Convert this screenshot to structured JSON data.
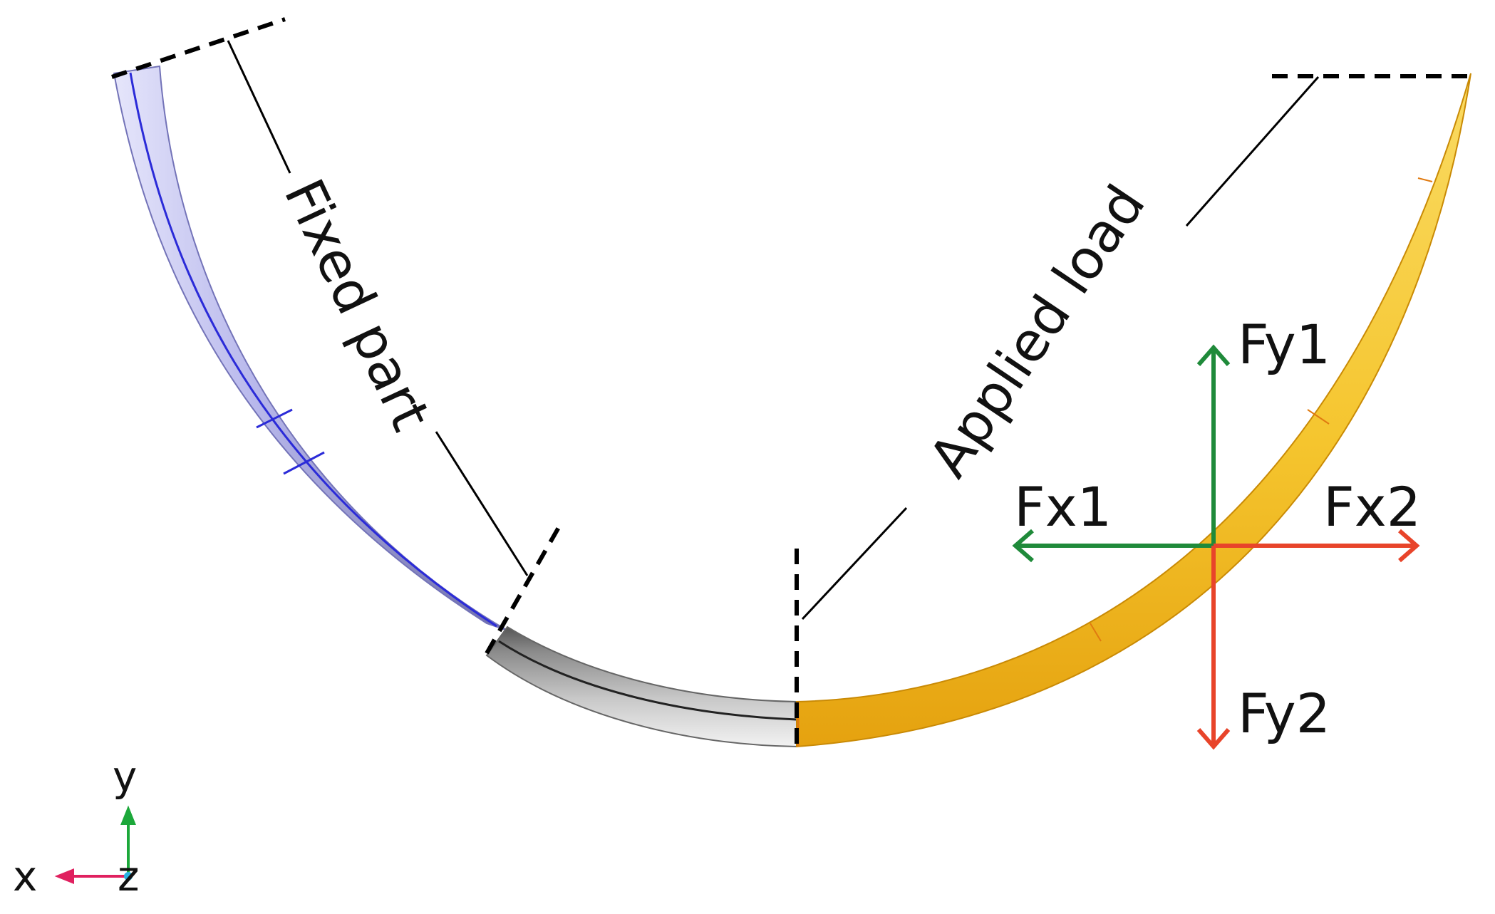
{
  "labels": {
    "fixed_part": "Fixed part",
    "applied_load": "Applied load"
  },
  "forces": {
    "fy1": "Fy1",
    "fy2": "Fy2",
    "fx1": "Fx1",
    "fx2": "Fx2"
  },
  "axes": {
    "x": "x",
    "y": "y",
    "z": "z"
  },
  "colors": {
    "fixed_segment": "#8d8ecb",
    "fixed_segment_highlight": "#dcdcf8",
    "middle_segment": "#9e9e9e",
    "loaded_segment": "#f0bb22",
    "force_green": "#1f8a3a",
    "force_red": "#e8442a",
    "axis_x": "#e0205f",
    "axis_y": "#1ca83a"
  }
}
